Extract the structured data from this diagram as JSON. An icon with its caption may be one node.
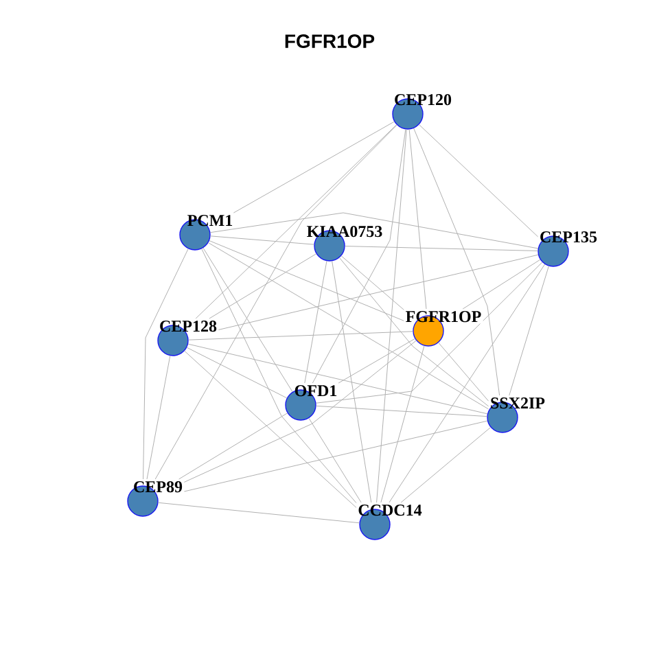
{
  "diagram": {
    "title": "FGFR1OP",
    "nodes": [
      {
        "text": [
          "CEP120"
        ]
      },
      {
        "text": [
          "PCM1"
        ]
      },
      {
        "text": [
          "KIAA0753"
        ]
      },
      {
        "text": [
          "CEP135"
        ]
      },
      {
        "text": [
          "CEP128"
        ]
      },
      {
        "text": [
          "FGFR1OP"
        ]
      },
      {
        "text": [
          "OFD1"
        ]
      },
      {
        "text": [
          "SSX2IP"
        ]
      },
      {
        "text": [
          "CEP89"
        ]
      },
      {
        "text": [
          "CCDC14"
        ]
      }
    ],
    "edges": [
      {
        "from": 0,
        "to": 1,
        "arrow": "none"
      },
      {
        "from": 0,
        "to": 4,
        "arrow": "none"
      },
      {
        "from": 0,
        "to": 6,
        "arrow": "none"
      },
      {
        "from": 0,
        "to": 8,
        "arrow": "none"
      },
      {
        "from": 0,
        "to": 5,
        "arrow": "none"
      },
      {
        "from": 0,
        "to": 9,
        "arrow": "none"
      },
      {
        "from": 0,
        "to": 7,
        "arrow": "none"
      },
      {
        "from": 0,
        "to": 3,
        "arrow": "none"
      },
      {
        "from": 1,
        "to": 2,
        "arrow": "none"
      },
      {
        "from": 1,
        "to": 3,
        "arrow": "none"
      },
      {
        "from": 1,
        "to": 8,
        "arrow": "none"
      },
      {
        "from": 1,
        "to": 5,
        "arrow": "none"
      },
      {
        "from": 1,
        "to": 7,
        "arrow": "none"
      },
      {
        "from": 1,
        "to": 6,
        "arrow": "none"
      },
      {
        "from": 1,
        "to": 9,
        "arrow": "none"
      },
      {
        "from": 2,
        "to": 3,
        "arrow": "none"
      },
      {
        "from": 2,
        "to": 4,
        "arrow": "none"
      },
      {
        "from": 2,
        "to": 5,
        "arrow": "none"
      },
      {
        "from": 2,
        "to": 7,
        "arrow": "none"
      },
      {
        "from": 2,
        "to": 6,
        "arrow": "none"
      },
      {
        "from": 2,
        "to": 9,
        "arrow": "none"
      },
      {
        "from": 3,
        "to": 4,
        "arrow": "none"
      },
      {
        "from": 3,
        "to": 5,
        "arrow": "none"
      },
      {
        "from": 3,
        "to": 6,
        "arrow": "none"
      },
      {
        "from": 3,
        "to": 7,
        "arrow": "none"
      },
      {
        "from": 3,
        "to": 9,
        "arrow": "none"
      },
      {
        "from": 4,
        "to": 5,
        "arrow": "none"
      },
      {
        "from": 4,
        "to": 6,
        "arrow": "none"
      },
      {
        "from": 4,
        "to": 9,
        "arrow": "none"
      },
      {
        "from": 4,
        "to": 7,
        "arrow": "none"
      },
      {
        "from": 4,
        "to": 8,
        "arrow": "none"
      },
      {
        "from": 5,
        "to": 6,
        "arrow": "none"
      },
      {
        "from": 5,
        "to": 8,
        "arrow": "none"
      },
      {
        "from": 5,
        "to": 7,
        "arrow": "none"
      },
      {
        "from": 5,
        "to": 9,
        "arrow": "none"
      },
      {
        "from": 6,
        "to": 8,
        "arrow": "none"
      },
      {
        "from": 6,
        "to": 9,
        "arrow": "none"
      },
      {
        "from": 6,
        "to": 7,
        "arrow": "none"
      },
      {
        "from": 7,
        "to": 9,
        "arrow": "none"
      },
      {
        "from": 7,
        "to": 8,
        "arrow": "none"
      },
      {
        "from": 8,
        "to": 9,
        "arrow": "none"
      }
    ]
  }
}
